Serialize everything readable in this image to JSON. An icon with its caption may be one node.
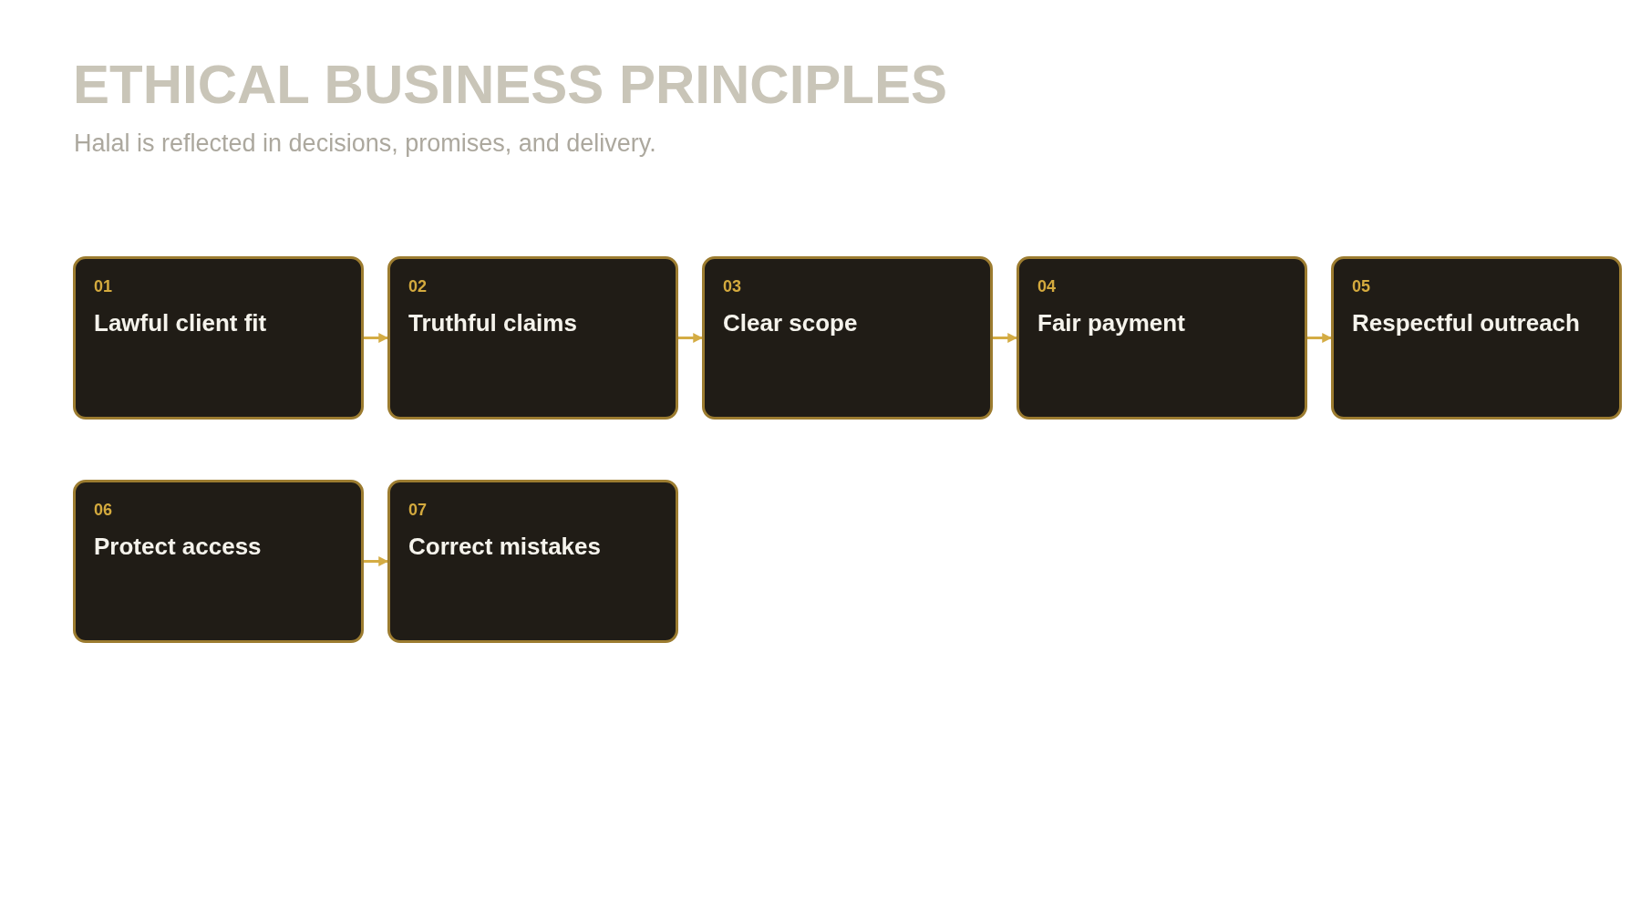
{
  "diagram": {
    "title": "ETHICAL BUSINESS PRINCIPLES",
    "caption": "Halal is reflected in decisions, promises, and delivery.",
    "nodes": [
      {
        "text": [
          "01",
          "Lawful client fit"
        ]
      },
      {
        "text": [
          "02",
          "Truthful claims"
        ]
      },
      {
        "text": [
          "03",
          "Clear scope"
        ]
      },
      {
        "text": [
          "04",
          "Fair payment"
        ]
      },
      {
        "text": [
          "05",
          "Respectful outreach"
        ]
      },
      {
        "text": [
          "06",
          "Protect access"
        ]
      },
      {
        "text": [
          "07",
          "Correct mistakes"
        ]
      }
    ],
    "edges": [
      {
        "from": 0,
        "to": 1,
        "arrow": "to"
      },
      {
        "from": 1,
        "to": 2,
        "arrow": "to"
      },
      {
        "from": 2,
        "to": 3,
        "arrow": "to"
      },
      {
        "from": 3,
        "to": 4,
        "arrow": "to"
      },
      {
        "from": 5,
        "to": 6,
        "arrow": "to"
      }
    ]
  }
}
